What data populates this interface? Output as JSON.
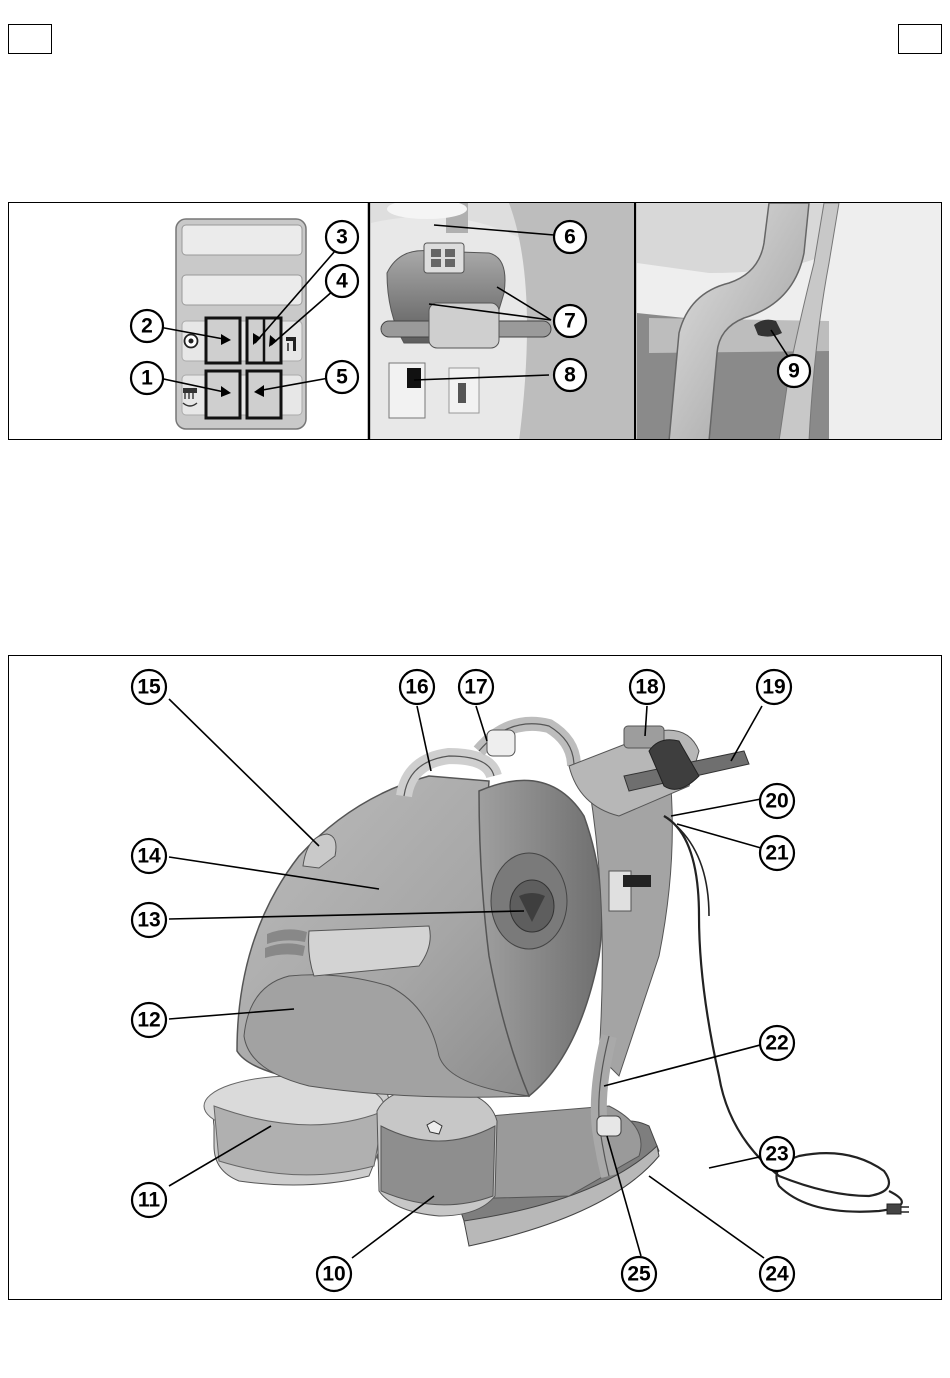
{
  "callouts": {
    "c1": "1",
    "c2": "2",
    "c3": "3",
    "c4": "4",
    "c5": "5",
    "c6": "6",
    "c7": "7",
    "c8": "8",
    "c9": "9",
    "c10": "10",
    "c11": "11",
    "c12": "12",
    "c13": "13",
    "c14": "14",
    "c15": "15",
    "c16": "16",
    "c17": "17",
    "c18": "18",
    "c19": "19",
    "c20": "20",
    "c21": "21",
    "c22": "22",
    "c23": "23",
    "c24": "24",
    "c25": "25"
  },
  "icons": {
    "control_panel_brush": "brush-icon",
    "control_panel_vacuum": "vacuum-fan-icon",
    "control_panel_solution": "solution-tap-icon"
  }
}
